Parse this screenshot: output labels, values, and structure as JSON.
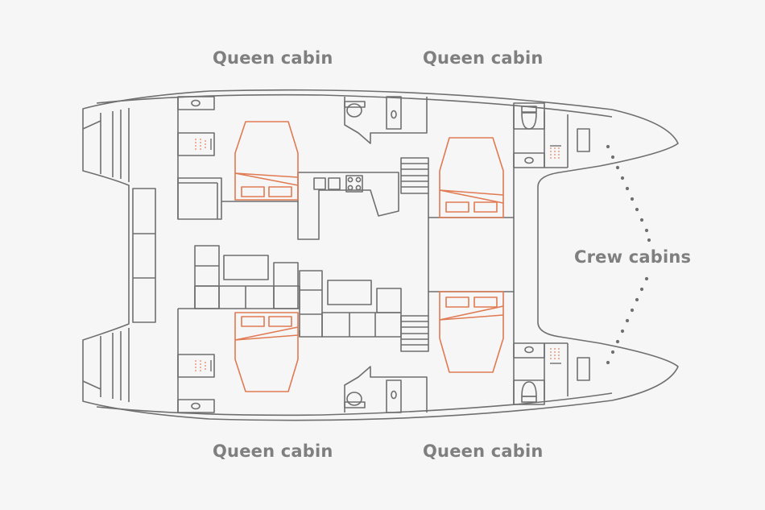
{
  "labels": {
    "top_left": "Queen cabin",
    "top_right": "Queen cabin",
    "bottom_left": "Queen cabin",
    "bottom_right": "Queen cabin",
    "crew": "Crew cabins"
  },
  "colors": {
    "background": "#f6f6f6",
    "hull_line": "#6f6f6f",
    "cabin_accent": "#e07a52",
    "label_text": "#7f7f7f",
    "dots": "#6f6f6f"
  }
}
